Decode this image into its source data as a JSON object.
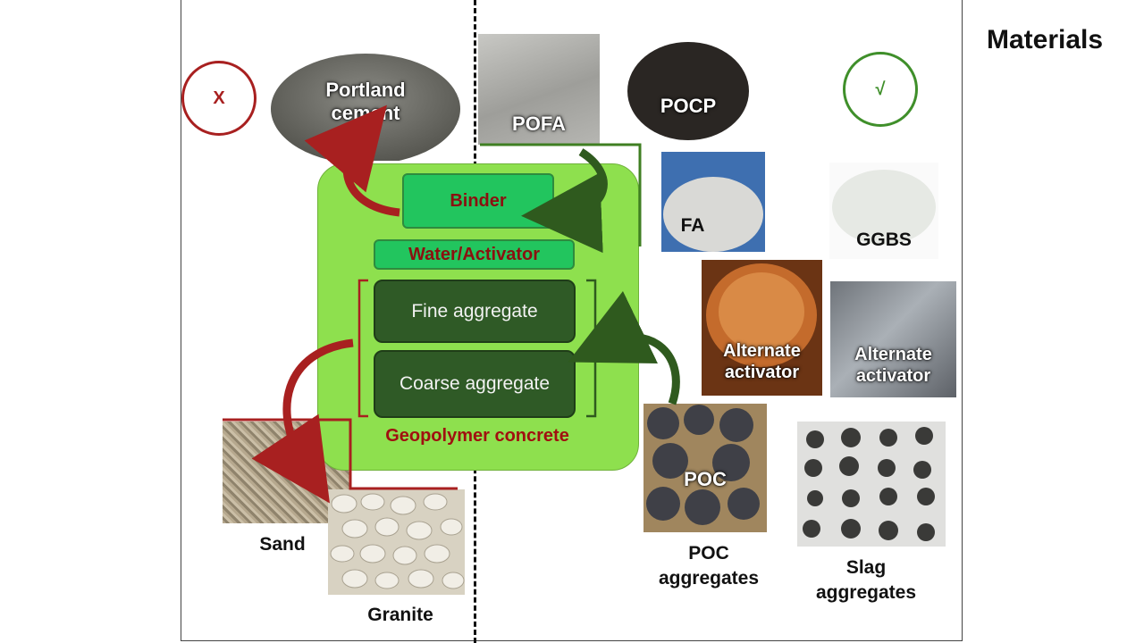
{
  "header": {
    "title": "Materials"
  },
  "marks": {
    "rejected": "X",
    "accepted": "√"
  },
  "photos": {
    "portland": "Portland\ncement",
    "pofa": "POFA",
    "pocp": "POCP",
    "fa": "FA",
    "ggbs": "GGBS",
    "alt1": "Alternate\nactivator",
    "alt2": "Alternate\nactivator",
    "poc": "POC"
  },
  "captions": {
    "sand": "Sand",
    "granite": "Granite",
    "poc_agg": "POC\naggregates",
    "slag_agg": "Slag\naggregates"
  },
  "concrete": {
    "binder": "Binder",
    "water": "Water/Activator",
    "fine": "Fine aggregate",
    "coarse": "Coarse aggregate",
    "label": "Geopolymer concrete"
  },
  "colors": {
    "red": "#a82020",
    "green": "#3f8f2a",
    "box": "#8ee04e",
    "dark": "#2f5a26"
  }
}
